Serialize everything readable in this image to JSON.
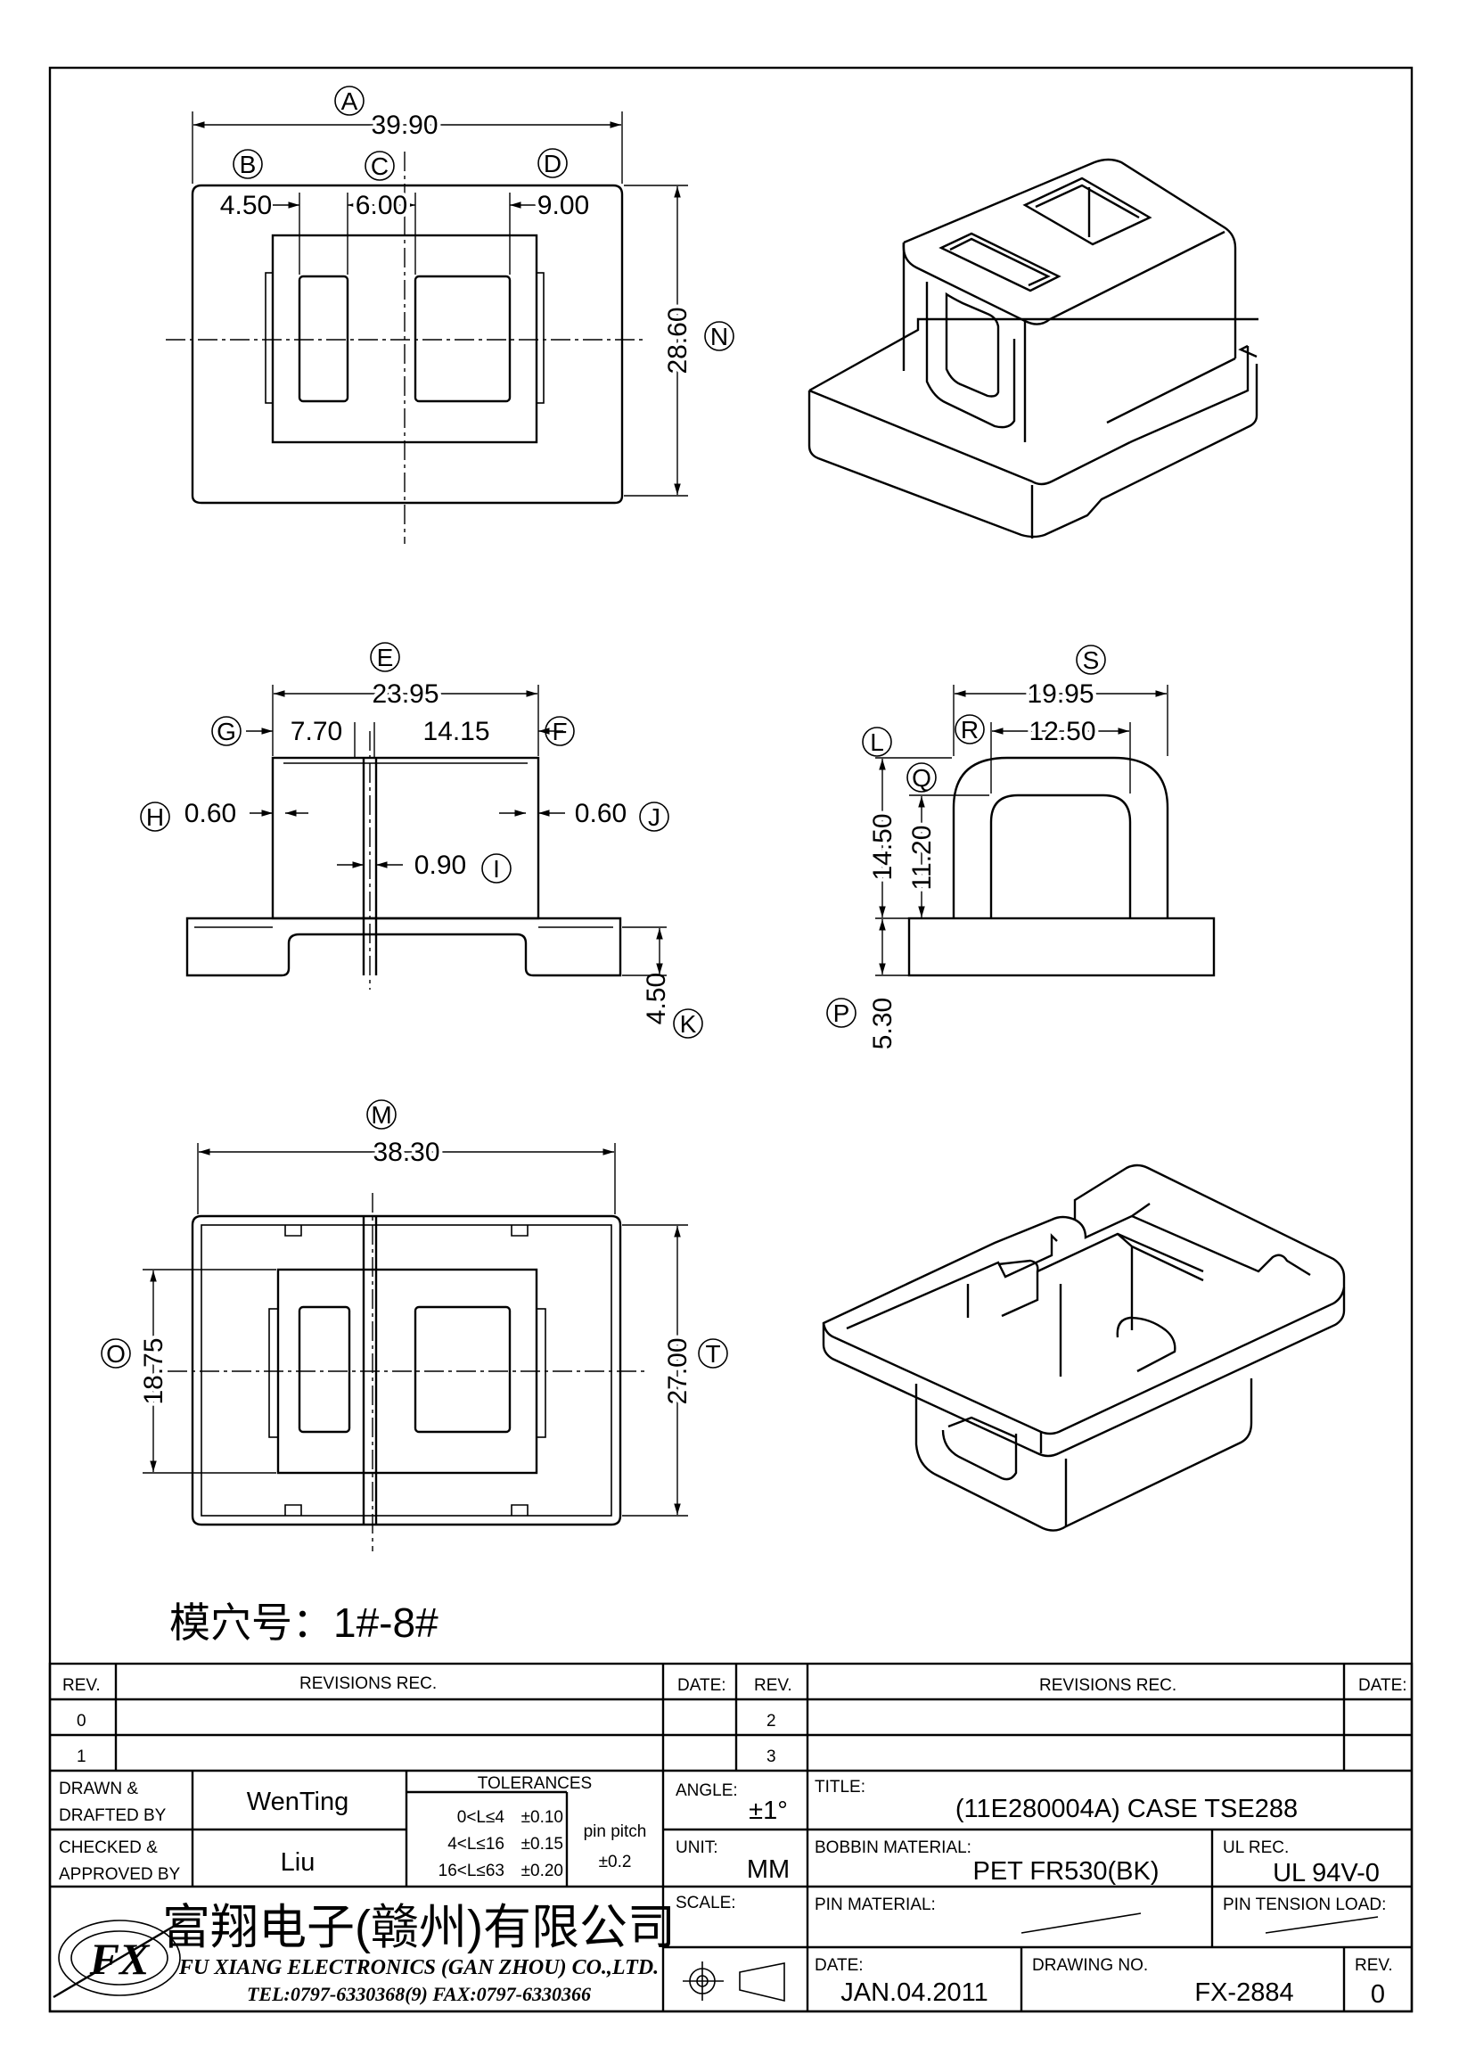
{
  "views": {
    "top": {
      "labels": {
        "overall_width": "A",
        "left_offset": "B",
        "center_gap": "C",
        "right_window": "D",
        "overall_height": "N"
      },
      "dims": {
        "overall_width": "39.90",
        "left_offset": "4.50",
        "center_gap": "6.00",
        "right_window": "9.00",
        "overall_height": "28.60"
      }
    },
    "front": {
      "labels": {
        "body_width": "E",
        "left_half": "G",
        "right_half": "F",
        "left_wall": "H",
        "right_wall": "J",
        "divider": "I",
        "base_height": "K"
      },
      "dims": {
        "body_width": "23.95",
        "left_half": "7.70",
        "right_half": "14.15",
        "left_wall": "0.60",
        "right_wall": "0.60",
        "divider": "0.90",
        "base_height": "4.50"
      }
    },
    "side": {
      "labels": {
        "width": "S",
        "inner_width": "R",
        "height": "L",
        "inner_height": "Q",
        "base": "P"
      },
      "dims": {
        "width": "19.95",
        "inner_width": "12.50",
        "height": "14.50",
        "inner_height": "11.20",
        "base": "5.30"
      }
    },
    "bottom": {
      "labels": {
        "width": "M",
        "inner_height": "O",
        "height": "T"
      },
      "dims": {
        "width": "38.30",
        "inner_height": "18.75",
        "height": "27.00"
      }
    }
  },
  "cavity_note": "模穴号：1#-8#",
  "title_block": {
    "rev_header": "REV.",
    "revisions_header": "REVISIONS   REC.",
    "date_header": "DATE:",
    "rev_rows_left": [
      "0",
      "1"
    ],
    "rev_rows_right": [
      "2",
      "3"
    ],
    "drawn_label_1": "DRAWN &",
    "drawn_label_2": "DRAFTED BY",
    "drawn_by": "WenTing",
    "checked_label_1": "CHECKED &",
    "checked_label_2": "APPROVED BY",
    "checked_by": "Liu",
    "tolerances_header": "TOLERANCES",
    "tol_rows": [
      {
        "range": "0<L≤4",
        "value": "±0.10"
      },
      {
        "range": "4<L≤16",
        "value": "±0.15"
      },
      {
        "range": "16<L≤63",
        "value": "±0.20"
      }
    ],
    "pin_pitch_label": "pin pitch",
    "pin_pitch_value": "±0.2",
    "angle_label": "ANGLE:",
    "angle_value": "±1°",
    "unit_label": "UNIT:",
    "unit_value": "MM",
    "scale_label": "SCALE:",
    "title_label": "TITLE:",
    "title_value": "(11E280004A)   CASE TSE288",
    "bobbin_label": "BOBBIN MATERIAL:",
    "bobbin_value": "PET  FR530(BK)",
    "ul_label": "UL REC.",
    "ul_value": "UL 94V-0",
    "pin_material_label": "PIN MATERIAL:",
    "pin_tension_label": "PIN TENSION LOAD:",
    "date_label": "DATE:",
    "date_value": "JAN.04.2011",
    "drawing_no_label": "DRAWING NO.",
    "drawing_no_value": "FX-2884",
    "rev_label": "REV.",
    "rev_value": "0",
    "company_cn": "富翔电子(赣州)有限公司",
    "company_en": "FU XIANG ELECTRONICS (GAN ZHOU) CO.,LTD.",
    "company_tel": "TEL:0797-6330368(9)   FAX:0797-6330366",
    "logo_text": "FX"
  }
}
